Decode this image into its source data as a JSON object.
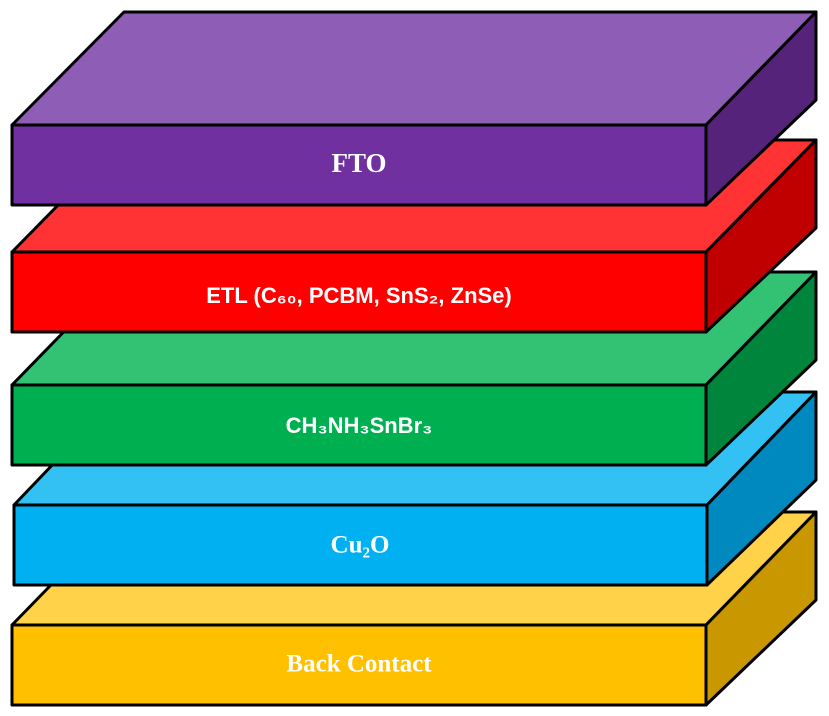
{
  "diagram": {
    "layers": [
      {
        "id": "back-contact",
        "label": "Back Contact",
        "colors": {
          "front": "#FFC000",
          "top": "#FFD24A",
          "side": "#C99700"
        }
      },
      {
        "id": "cu2o",
        "label": "Cu₂O",
        "colors": {
          "front": "#00B0F0",
          "top": "#33C1F3",
          "side": "#0089BF"
        }
      },
      {
        "id": "perovskite",
        "label": "CH₃NH₃SnBr₃",
        "colors": {
          "front": "#00B050",
          "top": "#33C174",
          "side": "#00853C"
        }
      },
      {
        "id": "etl",
        "label": "ETL (C₆₀, PCBM, SnS₂, ZnSe)",
        "colors": {
          "front": "#FF0000",
          "top": "#FF3333",
          "side": "#C00000"
        }
      },
      {
        "id": "fto",
        "label": "FTO",
        "colors": {
          "front": "#7030A0",
          "top": "#8E5DB5",
          "side": "#55247A"
        }
      }
    ]
  }
}
